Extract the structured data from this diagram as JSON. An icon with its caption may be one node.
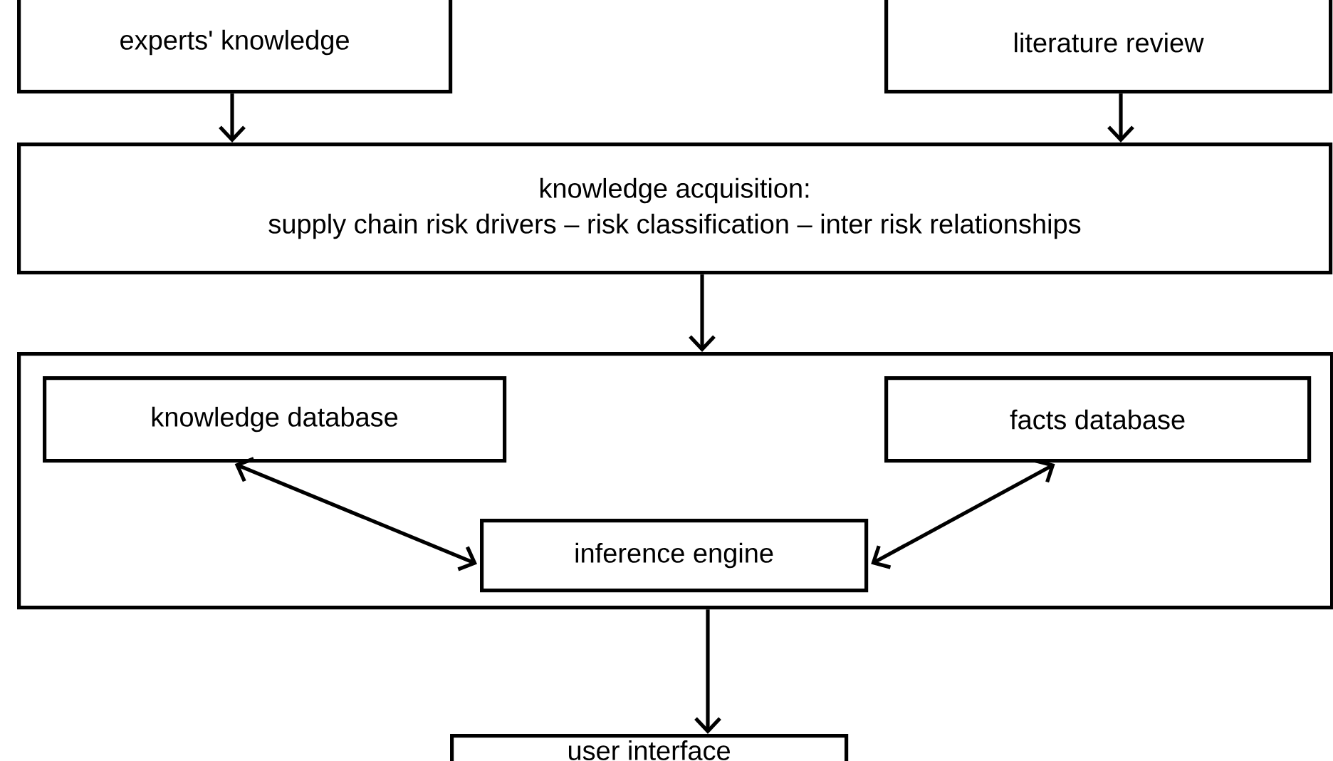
{
  "diagram": {
    "nodes": [
      {
        "text": [
          "experts' knowledge"
        ]
      },
      {
        "text": [
          "literature review"
        ]
      },
      {
        "text": [
          "knowledge acquisition:",
          "supply chain risk drivers – risk classification – inter risk relationships"
        ]
      },
      {
        "text": [],
        "shape": "box"
      },
      {
        "text": [
          "knowledge database"
        ],
        "in": 3
      },
      {
        "text": [
          "facts database"
        ],
        "in": 3
      },
      {
        "text": [
          "inference engine"
        ],
        "in": 3
      },
      {
        "text": [
          "user interface"
        ]
      }
    ],
    "edges": [
      {
        "from": 0,
        "to": 2,
        "arrow": "to"
      },
      {
        "from": 1,
        "to": 2,
        "arrow": "to"
      },
      {
        "from": 2,
        "to": 3,
        "arrow": "to"
      },
      {
        "from": 4,
        "to": 6,
        "arrow": "both"
      },
      {
        "from": 5,
        "to": 6,
        "arrow": "both"
      },
      {
        "from": 3,
        "to": 7,
        "arrow": "to"
      }
    ]
  }
}
